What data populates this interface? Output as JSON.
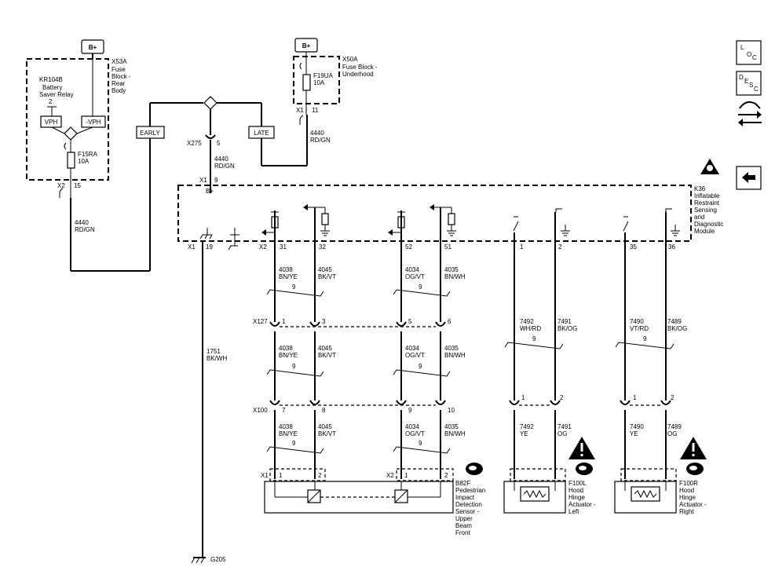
{
  "power": {
    "bplus_left": "B+",
    "bplus_right": "B+"
  },
  "x53a": {
    "name": "X53A",
    "desc": [
      "Fuse",
      "Block -",
      "Rear",
      "Body"
    ]
  },
  "kr104b": {
    "name": "KR104B",
    "desc": [
      "Battery",
      "Saver Relay"
    ],
    "pin": "2",
    "vph": "VPH",
    "neg_vph": "-VPH"
  },
  "f15ra": {
    "name": "F15RA",
    "rating": "10A",
    "conn": "X2",
    "pin": "15"
  },
  "x50a": {
    "name": "X50A",
    "desc": [
      "Fuse Block -",
      "Underhood"
    ]
  },
  "f19ua": {
    "name": "F19UA",
    "rating": "10A",
    "conn": "X1",
    "pin": "11"
  },
  "wires_top": {
    "left_circuit": "4440",
    "left_color": "RD/GN",
    "right_circuit": "4440",
    "right_color": "RD/GN",
    "mid_circuit": "4440",
    "mid_color": "RD/GN",
    "early": "EARLY",
    "late": "LATE",
    "x275": "X275",
    "x275_pin": "5",
    "x1_conn": "X1",
    "x1_pin": "9",
    "bplus_in": "B+"
  },
  "k36": {
    "name": "K36",
    "desc": [
      "Inflatable",
      "Restraint",
      "Sensing",
      "and",
      "Diagnostic",
      "Module"
    ]
  },
  "k36_pins": {
    "x1": "X1",
    "p19": "19",
    "x2": "X2",
    "p31": "31",
    "p32": "32",
    "p52": "52",
    "p51": "51",
    "p1": "1",
    "p2": "2",
    "p35": "35",
    "p36": "36"
  },
  "ground_wire": {
    "circuit": "1751",
    "color": "BK/WH",
    "ground": "G205"
  },
  "seg1": {
    "w4038": "4038",
    "c4038": "BN/YE",
    "w4045": "4045",
    "c4045": "BK/VT",
    "w4034": "4034",
    "c4034": "OG/VT",
    "w4035": "4035",
    "c4035": "BN/WH",
    "twist_a": "9",
    "twist_b": "9"
  },
  "x127": {
    "name": "X127",
    "p1": "1",
    "p3": "3",
    "p5": "5",
    "p6": "6"
  },
  "seg2": {
    "w4038": "4038",
    "c4038": "BN/YE",
    "w4045": "4045",
    "c4045": "BK/VT",
    "w4034": "4034",
    "c4034": "OG/VT",
    "w4035": "4035",
    "c4035": "BN/WH",
    "twist_a": "9",
    "twist_b": "9"
  },
  "x100": {
    "name": "X100",
    "p7": "7",
    "p8": "8",
    "p9": "9",
    "p10": "10"
  },
  "seg3": {
    "w4038": "4038",
    "c4038": "BN/YE",
    "w4045": "4045",
    "c4045": "BK/VT",
    "w4034": "4034",
    "c4034": "OG/VT",
    "w4035": "4035",
    "c4035": "BN/WH",
    "twist_a": "9",
    "twist_b": "9"
  },
  "actuator_wires_upper": {
    "w7492": "7492",
    "c7492": "WH/RD",
    "w7491": "7491",
    "c7491": "BK/OG",
    "w7490": "7490",
    "c7490": "VT/RD",
    "w7489": "7489",
    "c7489": "BK/OG",
    "twist_a": "9",
    "twist_b": "9"
  },
  "actuator_conn": {
    "l1": "1",
    "l2": "2",
    "r1": "1",
    "r2": "2"
  },
  "actuator_wires_lower": {
    "w7492": "7492",
    "c7492": "YE",
    "w7491": "7491",
    "c7491": "OG",
    "w7490": "7490",
    "c7490": "YE",
    "w7489": "7489",
    "c7489": "OG"
  },
  "b82f": {
    "x1": "X1",
    "x1p1": "1",
    "x1p2": "2",
    "x2": "X2",
    "x2p1": "1",
    "x2p2": "2",
    "name": "B82F",
    "desc": [
      "Pedestrian",
      "Impact",
      "Detection",
      "Sensor -",
      "Upper",
      "Beam",
      "Front"
    ]
  },
  "f100l": {
    "name": "F100L",
    "desc": [
      "Hood",
      "Hinge",
      "Actuator -",
      "Left"
    ]
  },
  "f100r": {
    "name": "F100R",
    "desc": [
      "Hood",
      "Hinge",
      "Actuator -",
      "Right"
    ]
  },
  "side_buttons": {
    "loc": [
      "L",
      "O",
      "C"
    ],
    "desc": [
      "D",
      "E",
      "S",
      "C"
    ]
  }
}
